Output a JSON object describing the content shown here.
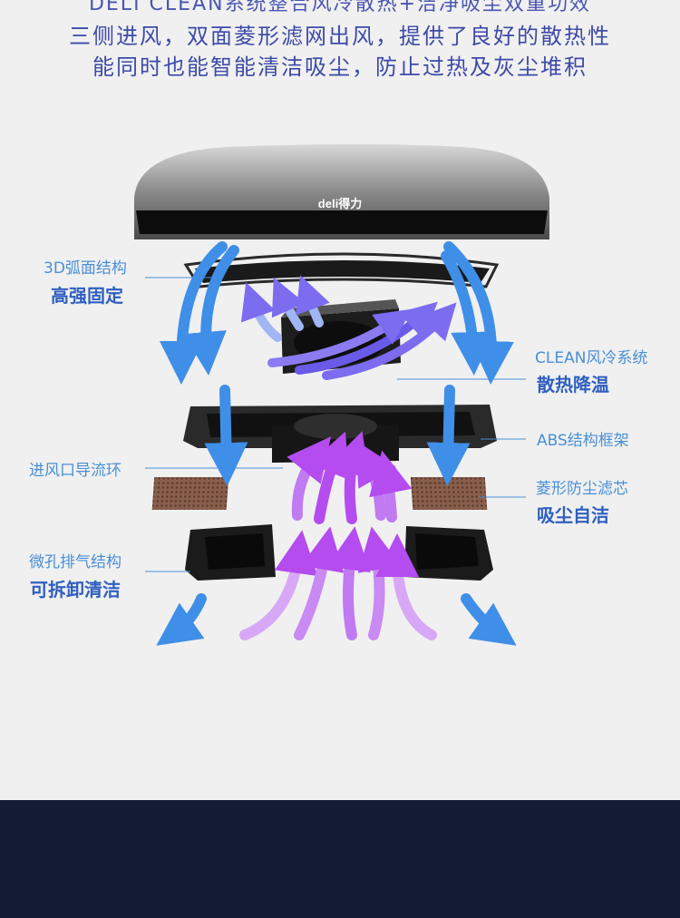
{
  "heading": {
    "line1": "DELI CLEAN系统整合风冷散热+洁净吸尘双重功效",
    "line2": "三侧进风，双面菱形滤网出风，提供了良好的散热性",
    "line3": "能同时也能智能清洁吸尘，防止过热及灰尘堆积"
  },
  "brand": {
    "logo_text": "deli得力"
  },
  "labels": {
    "arc": {
      "sub": "3D弧面结构",
      "main": "高强固定"
    },
    "fan": {
      "sub": "CLEAN风冷系统",
      "main": "散热降温"
    },
    "abs": {
      "sub": "ABS结构框架"
    },
    "intake": {
      "sub": "进风口导流环"
    },
    "filter": {
      "sub": "菱形防尘滤芯",
      "main": "吸尘自洁"
    },
    "exhaust": {
      "sub": "微孔排气结构",
      "main": "可拆卸清洁"
    }
  },
  "colors": {
    "blue_arrow": "#3f8fe8",
    "purple_arrow": "#b44cf0",
    "label_sub": "#4a8fd6",
    "label_main": "#2f5fbf",
    "heading": "#3d4aa8",
    "footer": "#141b35"
  }
}
